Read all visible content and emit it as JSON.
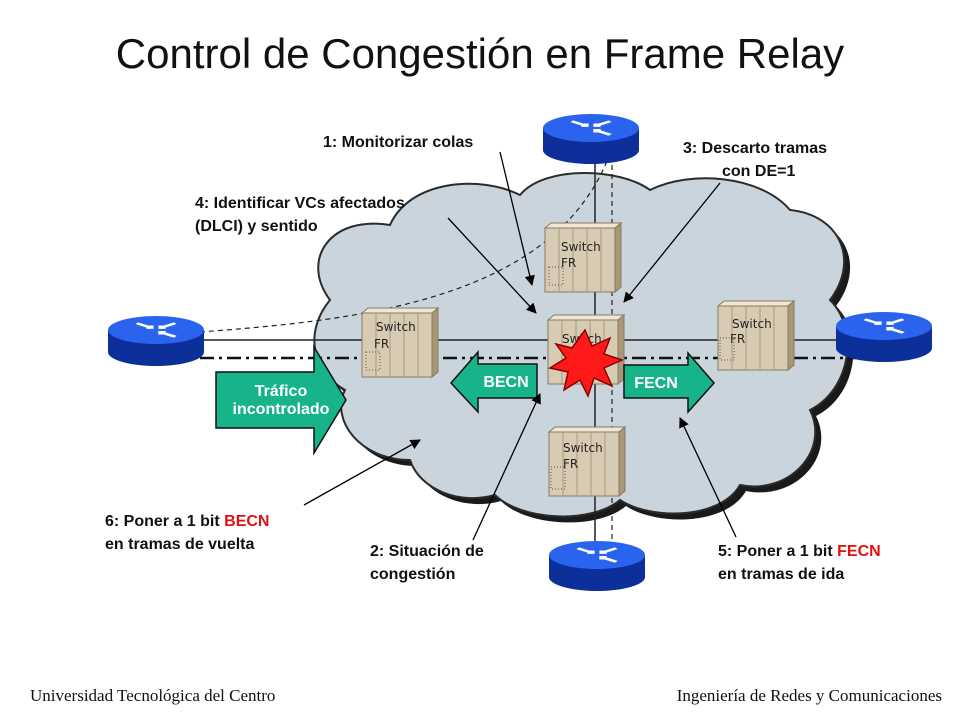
{
  "title": "Control de Congestión en Frame Relay",
  "labels": {
    "step1": "1: Monitorizar colas",
    "step2_l1": "2: Situación de",
    "step2_l2": "congestión",
    "step3_l1": "3: Descarto tramas",
    "step3_l2": "con DE=1",
    "step4_l1": "4: Identificar VCs afectados",
    "step4_l2": "(DLCI) y sentido",
    "step5_prefix": "5: Poner a 1 bit ",
    "step5_bit": "FECN",
    "step5_l2": "en tramas de ida",
    "step6_prefix": "6: Poner a 1 bit ",
    "step6_bit": "BECN",
    "step6_l2": "en tramas de vuelta"
  },
  "arrows": {
    "traffic_l1": "Tráfico",
    "traffic_l2": "incontrolado",
    "becn": "BECN",
    "fecn": "FECN"
  },
  "switch_label": {
    "l1": "Switch",
    "l2": "FR"
  },
  "colors": {
    "cloud": "#c9d4dc",
    "router": "#1f56e0",
    "arrow": "#17b38a",
    "switch": "#d8cbb4",
    "highlight": "#e01010",
    "burst": "#ff1a1a"
  },
  "footer": {
    "left": "Universidad Tecnológica del Centro",
    "right": "Ingeniería de Redes y Comunicaciones"
  }
}
